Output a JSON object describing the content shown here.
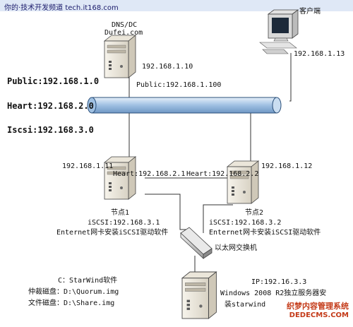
{
  "banner": "你的·技术开发频道 tech.it168.com",
  "dns_server": {
    "name": "DNS/DC",
    "host": "Dufei.com",
    "ip": "192.168.1.10"
  },
  "client": {
    "name": "客户端",
    "ip": "192.168.1.13"
  },
  "networks": {
    "public": "Public:192.168.1.0",
    "heart": "Heart:192.168.2.0",
    "iscsi": "Iscsi:192.168.3.0",
    "public_ip": "Public:192.168.1.100"
  },
  "node1": {
    "name": "节点1",
    "public_ip": "192.168.1.11",
    "heart_ip": "Heart:192.168.2.1",
    "iscsi_ip": "iSCSI:192.168.3.1",
    "nic_note": "Enternet网卡安装iSCSI驱动软件"
  },
  "node2": {
    "name": "节点2",
    "public_ip": "192.168.1.12",
    "heart_ip": "Heart:192.168.2.2",
    "iscsi_ip": "iSCSI:192.168.3.2",
    "nic_note": "Enternet网卡安装iSCSI驱动软件"
  },
  "switch_label": "以太网交换机",
  "storage": {
    "software": "C：StarWind软件",
    "quorum": "仲裁磁盘：D:\\Quorum.img",
    "share": "文件磁盘：D:\\Share.img",
    "ip": "IP:192.16.3.3",
    "desc1": "Windows 2008 R2独立服务器安",
    "desc2": "装starwind"
  },
  "watermark": {
    "line1": "织梦内容管理系统",
    "line2": "DEDECMS.COM"
  },
  "colors": {
    "bus_fill": "#b9d3ec",
    "bus_stroke": "#2a4f7a",
    "server_body": "#f3efe6",
    "line": "#333333"
  }
}
